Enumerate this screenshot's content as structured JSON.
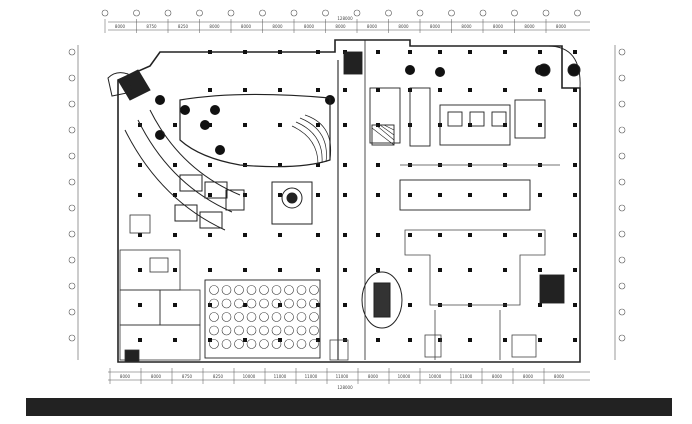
{
  "drawing": {
    "kind": "architectural floor plan",
    "top_dimension_ticks": [
      "8000",
      "8750",
      "8250",
      "8000",
      "8000",
      "8000",
      "8000",
      "8000",
      "8000",
      "8000",
      "8000",
      "8000",
      "8000",
      "8000",
      "8000"
    ],
    "bottom_dimension_ticks": [
      "8000",
      "8000",
      "8750",
      "8250",
      "10000",
      "11000",
      "11000",
      "11000",
      "8000",
      "10000",
      "10000",
      "11000",
      "8000",
      "8000",
      "8000"
    ],
    "overall_top": "128000",
    "overall_bottom": "128000",
    "colors": {
      "ink": "#333333",
      "dark": "#111111",
      "bar": "#222222",
      "paper": "#ffffff"
    }
  }
}
